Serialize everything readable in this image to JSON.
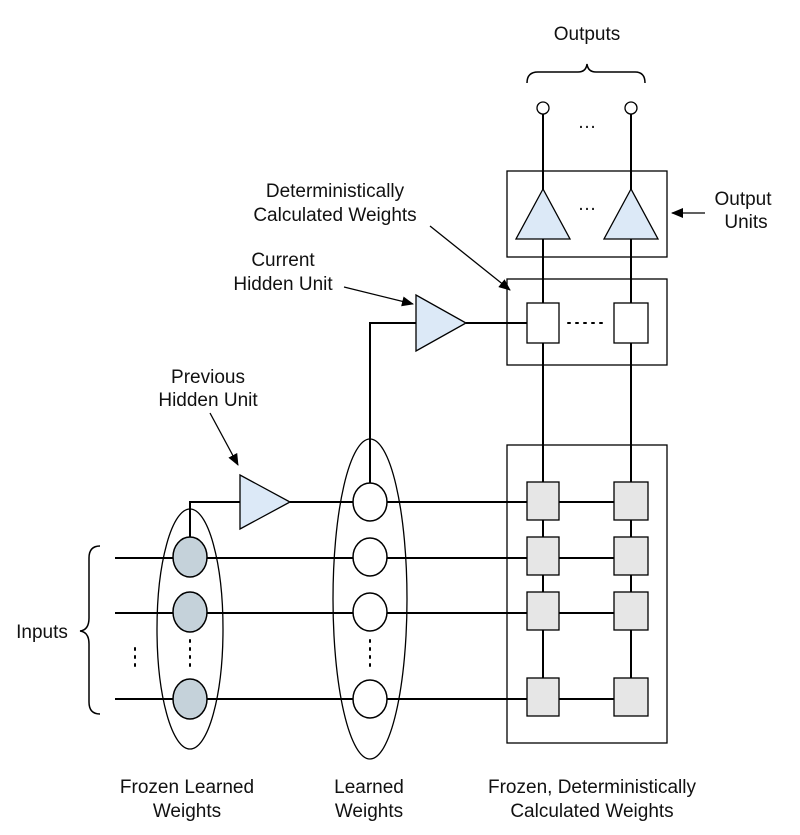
{
  "labels": {
    "outputs": "Outputs",
    "output_units_line1": "Output",
    "output_units_line2": "Units",
    "det_weights_line1": "Deterministically",
    "det_weights_line2": "Calculated Weights",
    "current_hidden_line1": "Current",
    "current_hidden_line2": "Hidden Unit",
    "previous_hidden_line1": "Previous",
    "previous_hidden_line2": "Hidden Unit",
    "inputs": "Inputs",
    "frozen_learned_line1": "Frozen Learned",
    "frozen_learned_line2": "Weights",
    "learned_line1": "Learned",
    "learned_line2": "Weights",
    "frozen_det_line1": "Frozen, Deterministically",
    "frozen_det_line2": "Calculated Weights",
    "ellipsis": "…",
    "vertical_ellipsis": "⋮"
  },
  "colors": {
    "unit_fill": "#dce9f7",
    "frozen_node_fill": "#c5d2da",
    "learned_node_fill": "#ffffff",
    "weight_square_fill": "#e6e6e6",
    "det_square_fill": "#ffffff",
    "line": "#000000"
  }
}
